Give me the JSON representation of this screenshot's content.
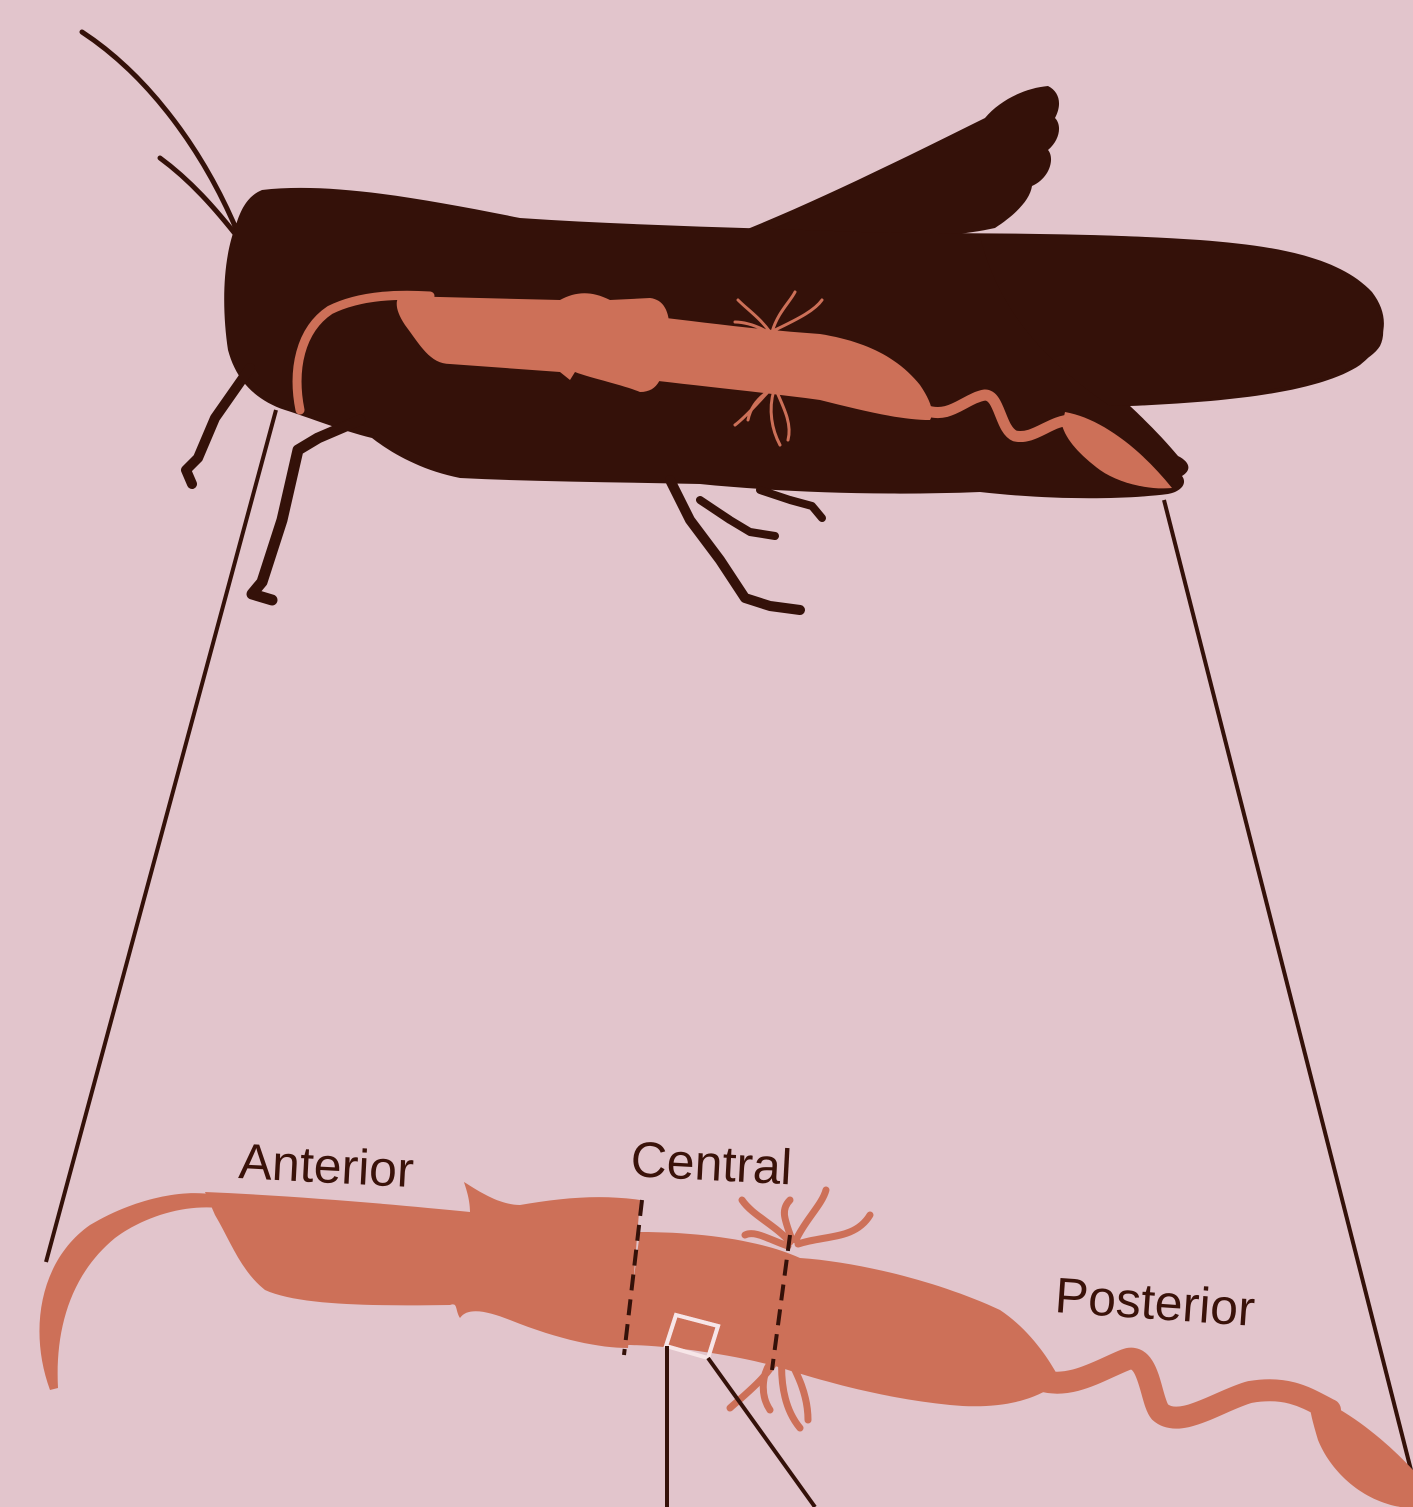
{
  "colors": {
    "background": "#e2c5cc",
    "insect": "#341109",
    "gut": "#cd7058",
    "line": "#341109"
  },
  "labels": {
    "anterior": "Anterior",
    "central": "Central",
    "posterior": "Posterior"
  },
  "icons": {
    "insect": "grasshopper-silhouette-icon",
    "gut": "digestive-tract-icon"
  }
}
